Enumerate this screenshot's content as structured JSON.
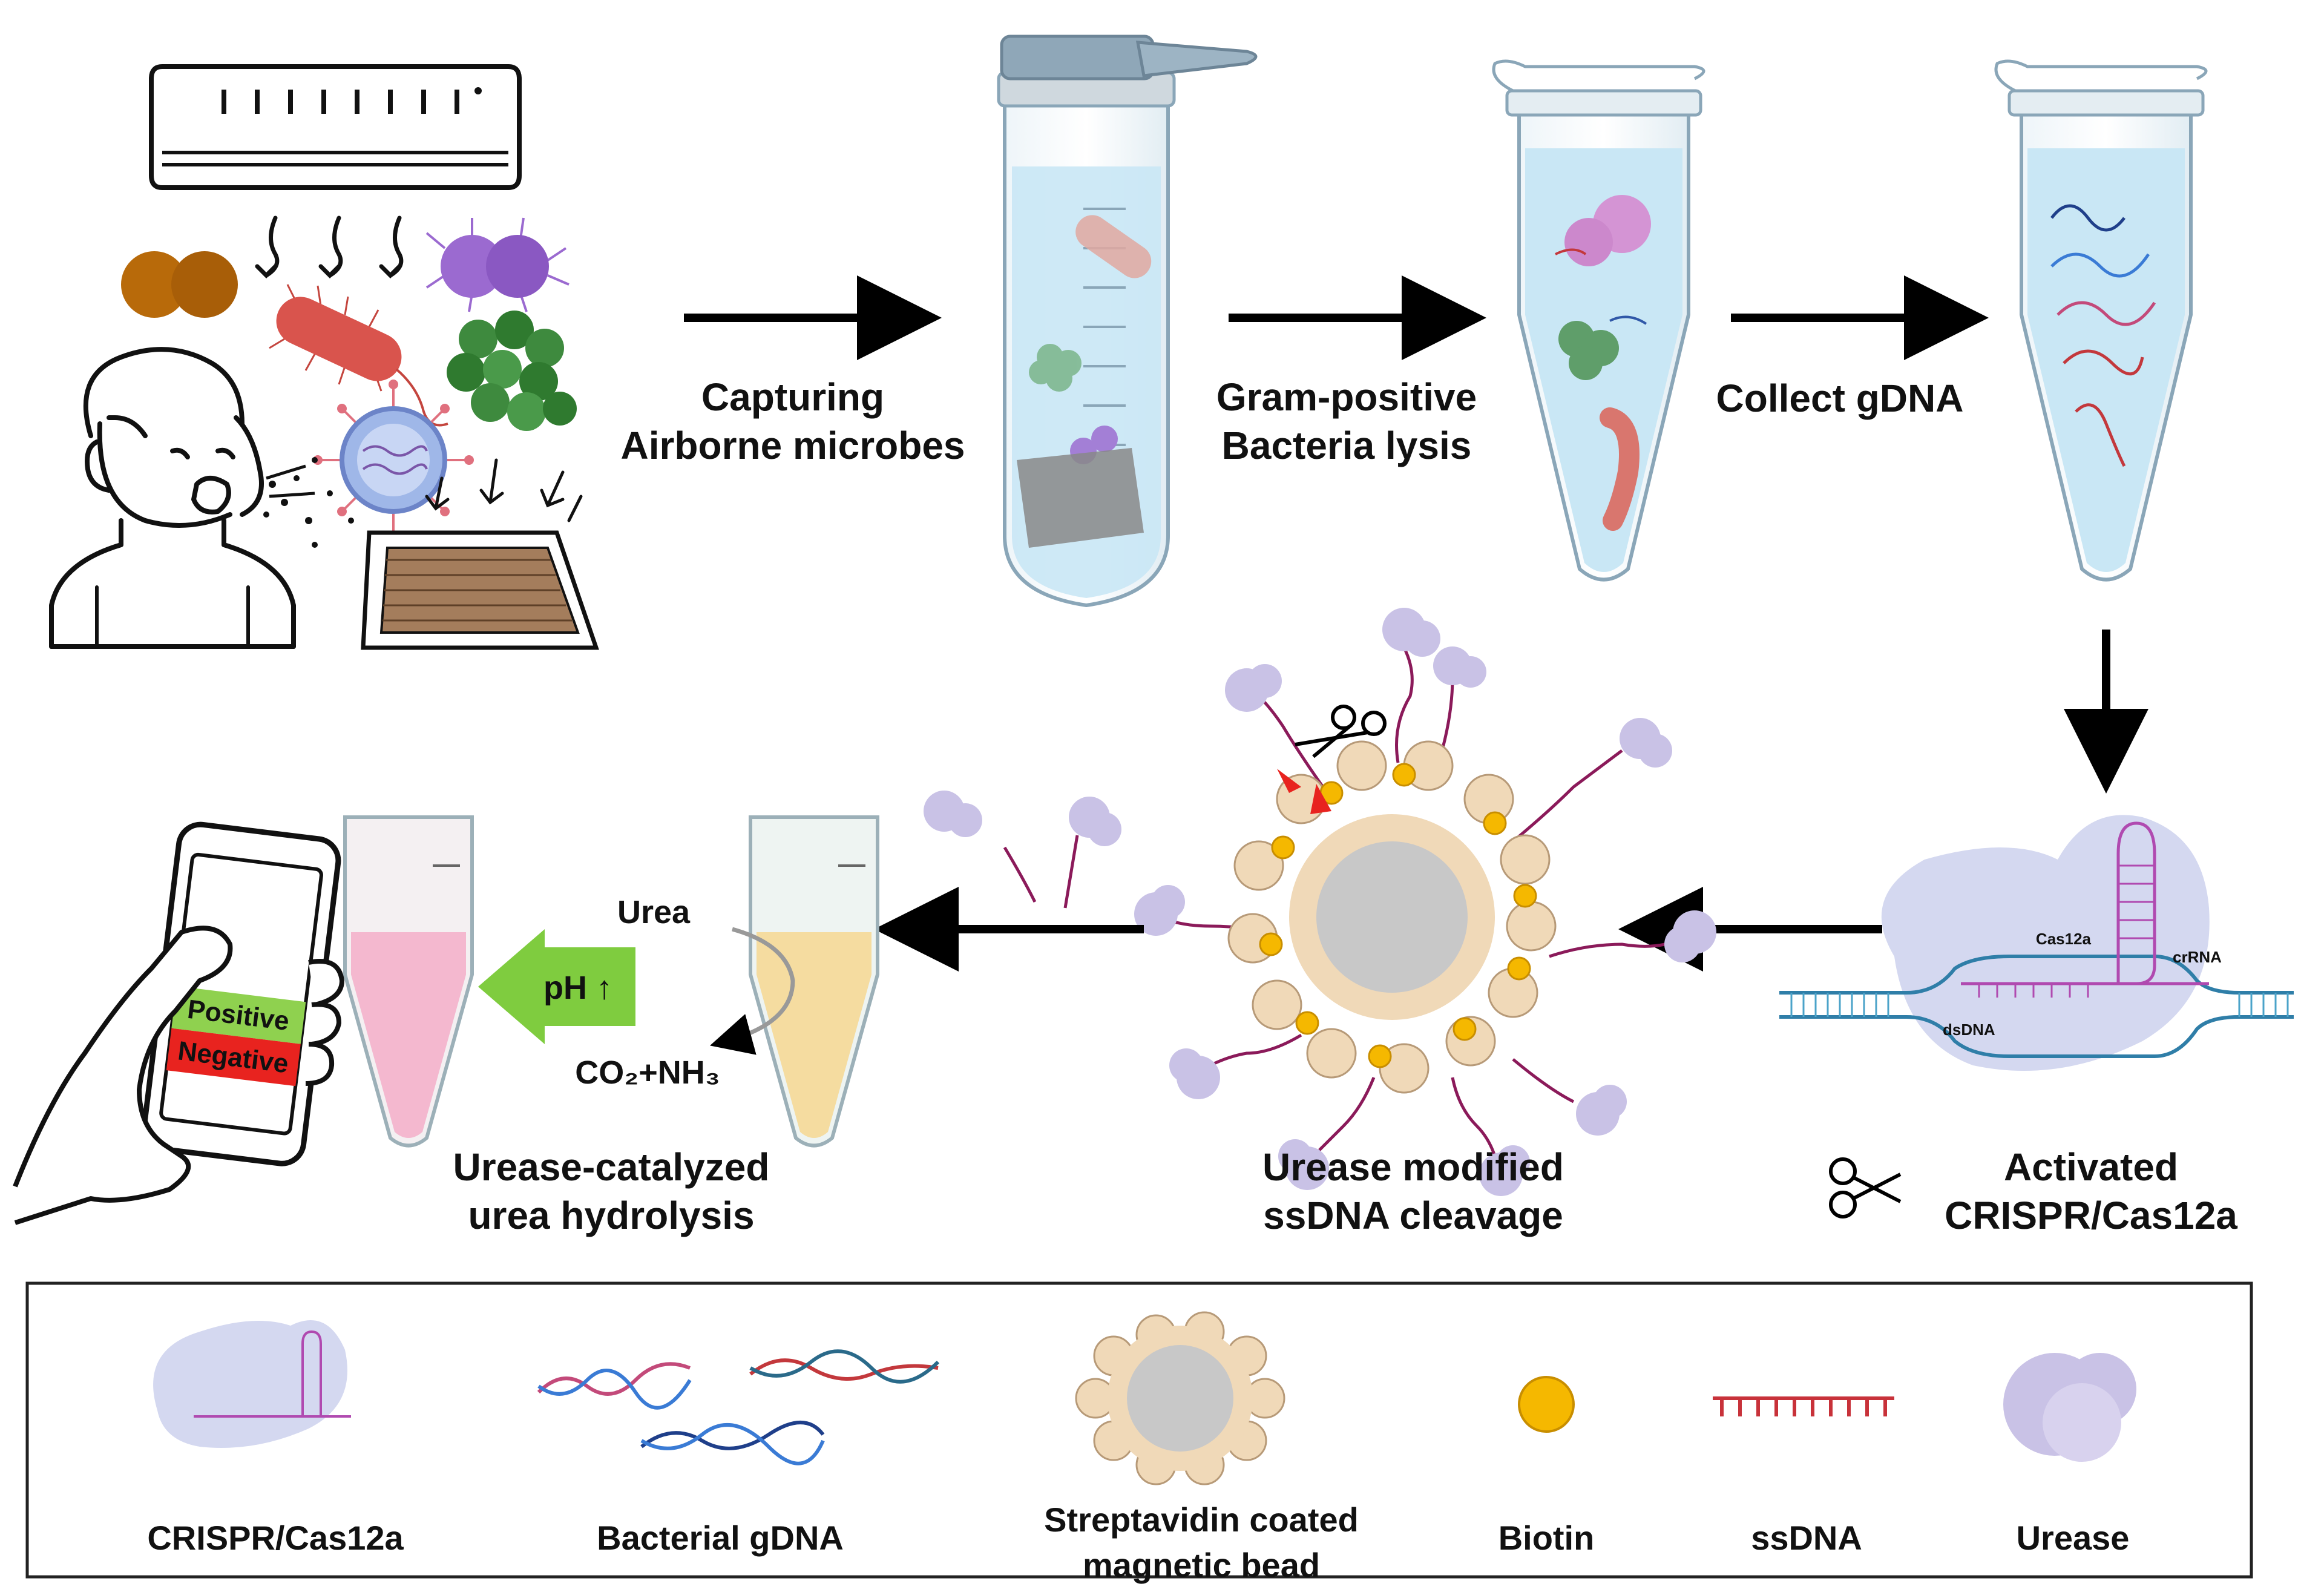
{
  "steps": {
    "capturing": [
      "Capturing",
      "Airborne microbes"
    ],
    "lysis": [
      "Gram-positive",
      "Bacteria lysis"
    ],
    "collect": "Collect gDNA",
    "activated": [
      "Activated",
      "CRISPR/Cas12a"
    ],
    "cleavage": [
      "Urease modified",
      "ssDNA cleavage"
    ],
    "hydrolysis": [
      "Urease-catalyzed",
      "urea hydrolysis"
    ]
  },
  "reaction": {
    "urea": "Urea",
    "ph": "pH ↑",
    "products": "CO₂+NH₃"
  },
  "phone": {
    "positive": "Positive",
    "negative": "Negative"
  },
  "complex": {
    "cas12a": "Cas12a",
    "crrna": "crRNA",
    "dsdna": "dsDNA"
  },
  "legend": {
    "items": [
      "CRISPR/Cas12a",
      "Bacterial gDNA",
      "Streptavidin coated magnetic bead",
      "Biotin",
      "ssDNA",
      "Urease"
    ],
    "bead_label": [
      "Streptavidin coated",
      "magnetic bead"
    ]
  },
  "colors": {
    "arrow": "#000000",
    "positive": "#8fd14f",
    "negative": "#e8231f",
    "biotin": "#f5b800",
    "urease": "#c9c2e6",
    "ssdna": "#8b1a5a",
    "cas_blob": "#d4d8f0",
    "bead_core": "#c8c8c8",
    "streptavidin": "#f0d9b8",
    "tube_liquid": "#c9e7f5",
    "pink_liquid": "#f4b8cf",
    "yellow_liquid": "#f5dca0"
  }
}
